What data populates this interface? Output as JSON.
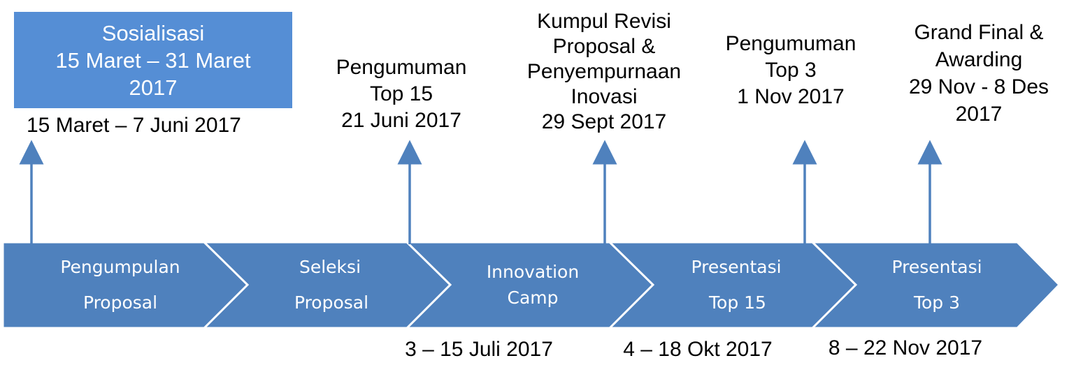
{
  "colors": {
    "chevron": "#4F81BD",
    "box": "#558ED5",
    "arrow": "#4F81BD",
    "chevron_border": "#ffffff"
  },
  "sosialisasi": {
    "lines": [
      "Sosialisasi",
      "15 Maret – 31 Maret",
      "2017"
    ]
  },
  "milestones": [
    {
      "lines": [
        "15 Maret – 7 Juni 2017"
      ]
    },
    {
      "lines": [
        "Pengumuman",
        "Top 15",
        "21 Juni 2017"
      ]
    },
    {
      "lines": [
        "Kumpul Revisi",
        "Proposal &",
        "Penyempurnaan",
        "Inovasi",
        "29 Sept 2017"
      ]
    },
    {
      "lines": [
        "Pengumuman",
        "Top 3",
        "1 Nov 2017"
      ]
    },
    {
      "lines": [
        "Grand Final &",
        "Awarding",
        "29 Nov - 8 Des",
        "2017"
      ]
    }
  ],
  "phases": [
    {
      "lines": [
        "Pengumpulan",
        "Proposal"
      ]
    },
    {
      "lines": [
        "Seleksi",
        "Proposal"
      ]
    },
    {
      "lines": [
        "Innovation",
        "Camp"
      ]
    },
    {
      "lines": [
        "Presentasi",
        "Top 15"
      ]
    },
    {
      "lines": [
        "Presentasi",
        "Top 3"
      ]
    }
  ],
  "phase_dates": [
    "3 – 15 Juli 2017",
    "4 – 18 Okt 2017",
    "8 – 22 Nov 2017"
  ]
}
